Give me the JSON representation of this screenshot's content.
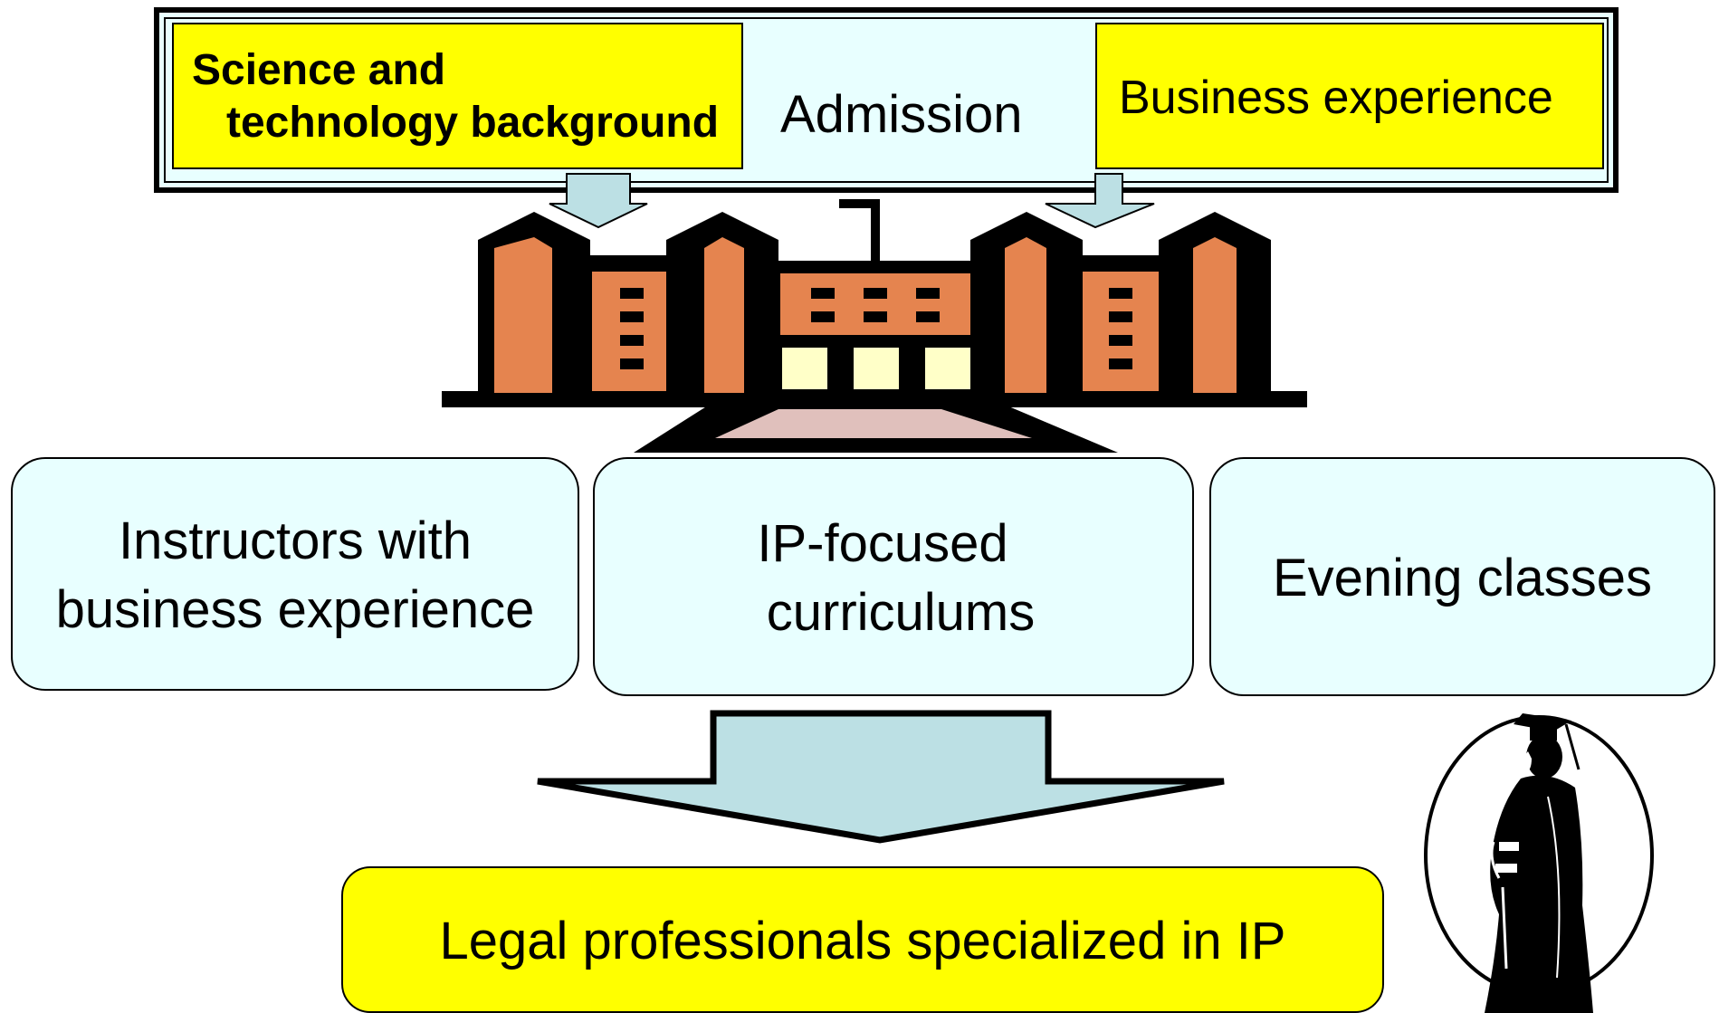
{
  "admission": {
    "title": "Admission",
    "left_box_line1": "Science and",
    "left_box_line2": "technology background",
    "right_box": "Business experience"
  },
  "features": {
    "instructors_line1": "Instructors with",
    "instructors_line2": "business experience",
    "curriculum_line1": "IP-focused",
    "curriculum_line2": "curriculums",
    "evening": "Evening classes"
  },
  "result": {
    "label": "Legal professionals specialized in IP"
  },
  "icons": {
    "building": "school-building-icon",
    "graduate": "graduate-icon",
    "arrows": "down-arrow-icon"
  },
  "colors": {
    "yellow": "#ffff00",
    "light_cyan": "#e8ffff",
    "arrow_fill": "#bce0e4",
    "brick": "#e5844f",
    "window": "#ffffc8",
    "entrance": "#e0c0bc"
  }
}
